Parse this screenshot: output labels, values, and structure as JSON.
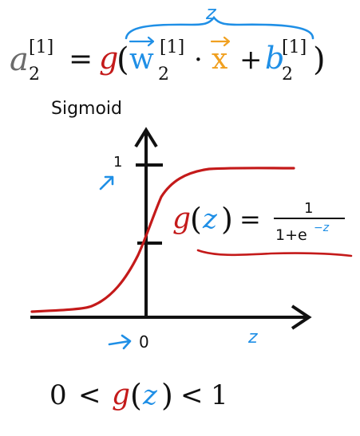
{
  "colors": {
    "ink": "#111111",
    "gray": "#6b6b6b",
    "red": "#c41a1a",
    "blue": "#1f8fe6",
    "orange": "#f0a020"
  },
  "formula": {
    "a": "a",
    "a_super": "[1]",
    "a_sub": "2",
    "equals": "=",
    "g": "g",
    "open_paren": "(",
    "w": "w",
    "w_super": "[1]",
    "w_sub": "2",
    "dot": "·",
    "x": "x",
    "plus": "+",
    "b": "b",
    "b_super": "[1]",
    "b_sub": "2",
    "close_paren": ")",
    "brace_annotation": "z"
  },
  "graph": {
    "title": "Sigmoid",
    "y_tick_one": "1",
    "x_tick_zero": "0",
    "x_axis_label": "z"
  },
  "sigmoid_equation": {
    "g": "g",
    "open_paren": "(",
    "z": "z",
    "close_paren": ")",
    "equals": "=",
    "numerator": "1",
    "denominator_base": "1+e",
    "denominator_exp": "−z"
  },
  "inequality": {
    "zero": "0",
    "lt1": "<",
    "g": "g",
    "open_paren": "(",
    "z": "z",
    "close_paren": ")",
    "lt2": "<",
    "one": "1"
  }
}
